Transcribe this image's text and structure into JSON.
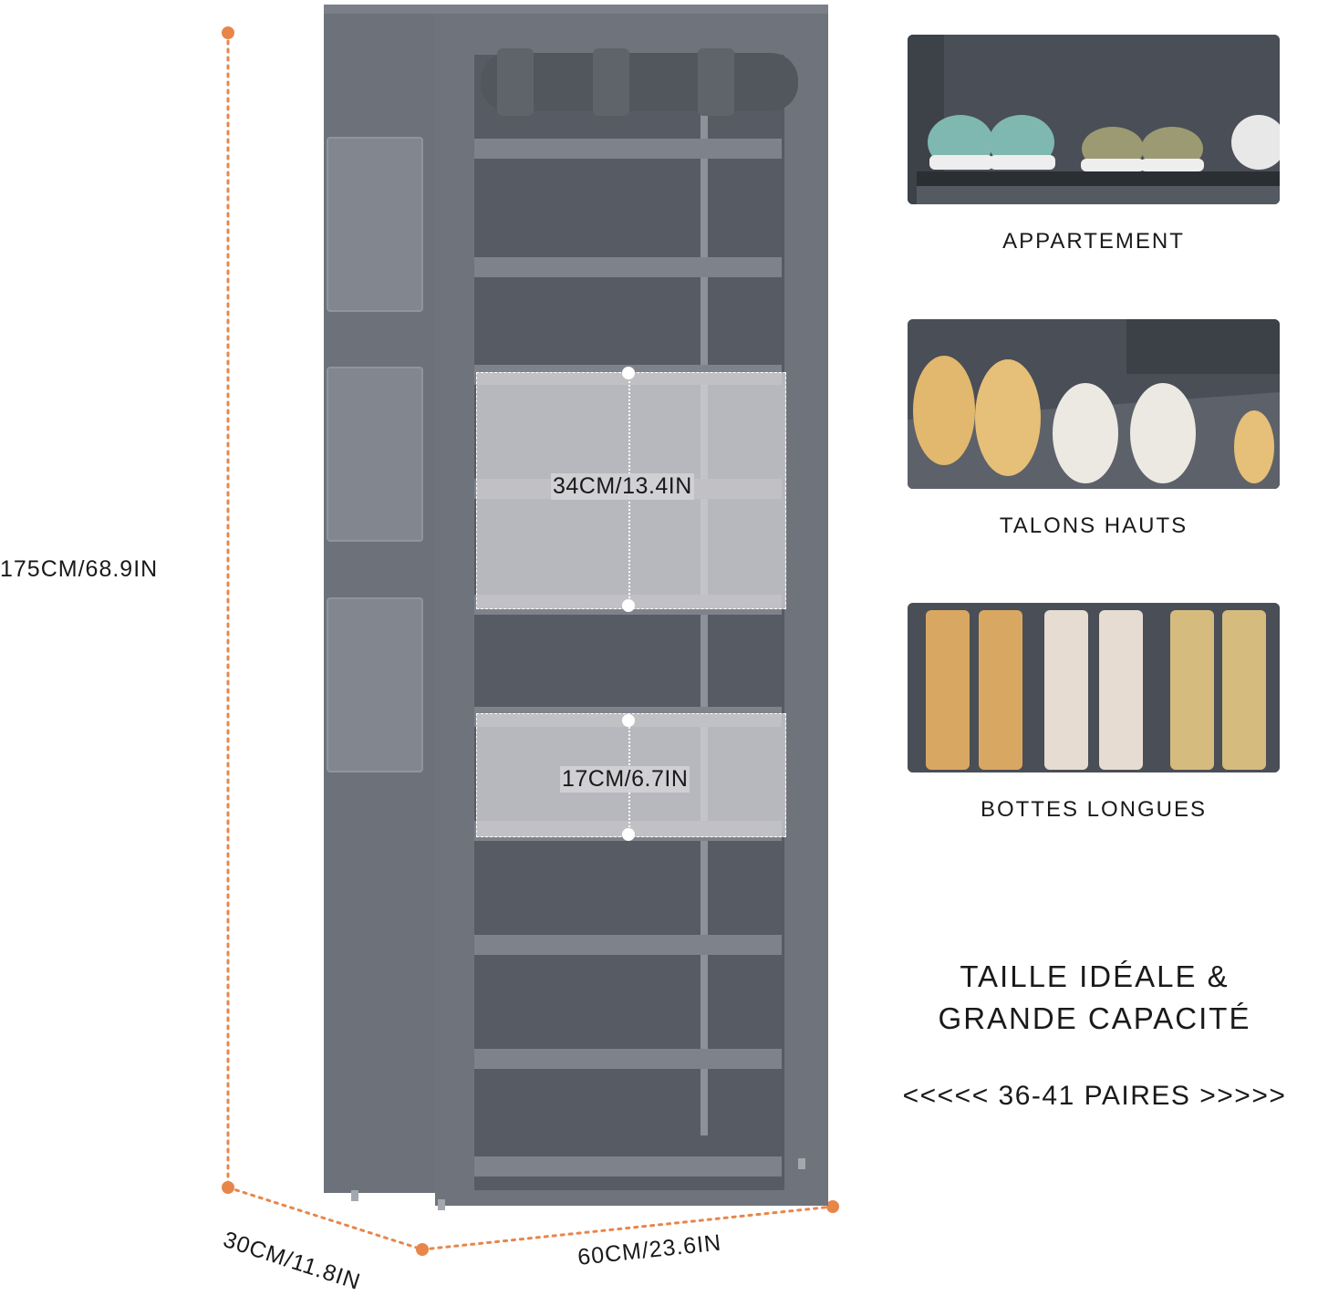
{
  "dimensions": {
    "height_label": "175CM/68.9IN",
    "depth_label": "30CM/11.8IN",
    "width_label": "60CM/23.6IN",
    "line_color": "#e8864a"
  },
  "shelf_spacing": {
    "large_label": "34CM/13.4IN",
    "small_label": "17CM/6.7IN"
  },
  "thumbnails": [
    {
      "caption": "APPARTEMENT",
      "icon": "sneakers-on-shelf"
    },
    {
      "caption": "TALONS HAUTS",
      "icon": "high-heels-on-shelf"
    },
    {
      "caption": "BOTTES LONGUES",
      "icon": "long-boots-on-shelf"
    }
  ],
  "headline": {
    "line1": "TAILLE IDÉALE &",
    "line2": "GRANDE CAPACITÉ"
  },
  "capacity": "<<<<< 36-41 PAIRES >>>>>",
  "colors": {
    "cabinet": "#6f737b",
    "cabinet_inner": "#575b63",
    "accent_orange": "#e8864a"
  }
}
